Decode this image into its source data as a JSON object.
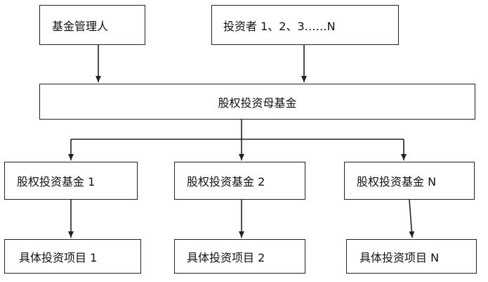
{
  "diagram": {
    "fund_manager": "基金管理人",
    "investors": "投资者 1、2、3……N",
    "fund_of_funds": "股权投资母基金",
    "sub_funds": [
      "股权投资基金 1",
      "股权投资基金 2",
      "股权投资基金 N"
    ],
    "projects": [
      "具体投资项目 1",
      "具体投资项目 2",
      "具体投资项目 N"
    ]
  },
  "colors": {
    "line": "#222222",
    "box_border": "#222222",
    "text": "#111111"
  }
}
